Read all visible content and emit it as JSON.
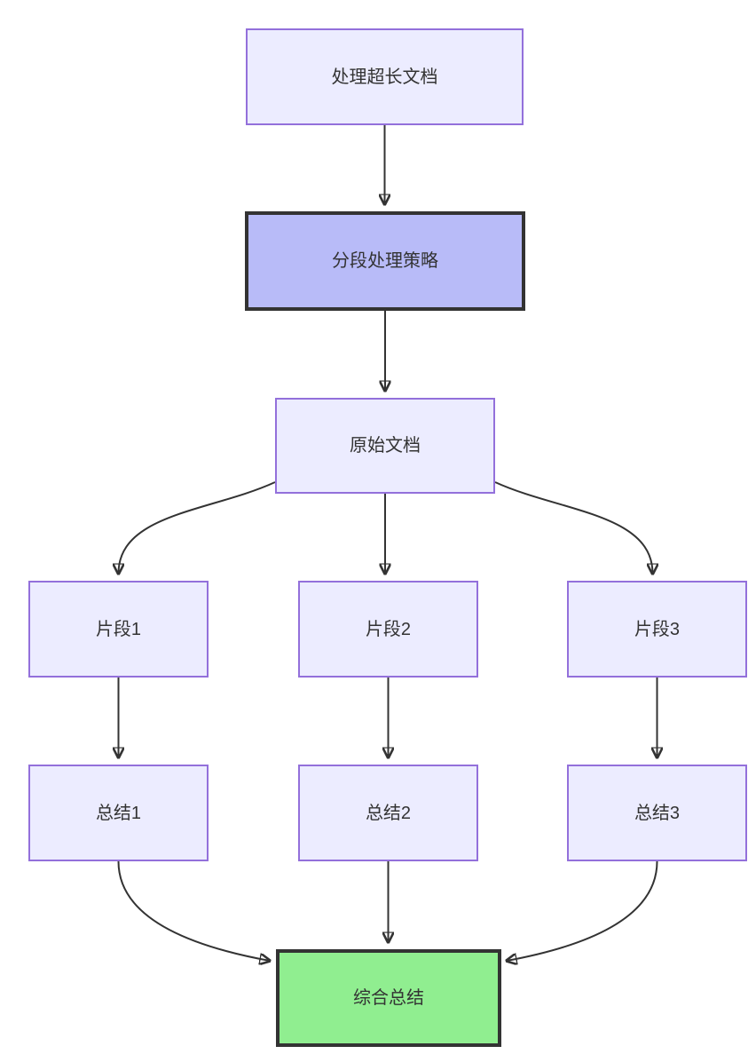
{
  "diagram": {
    "type": "flowchart",
    "direction": "top-down",
    "colors": {
      "background": "#FFFFFF",
      "default_node_fill": "#ECECFF",
      "default_node_border": "#9370DB",
      "highlight_node_fill": "#B8BBF8",
      "highlight_node_border": "#333333",
      "result_node_fill": "#90EE90",
      "result_node_border": "#333333",
      "edge_stroke": "#333333",
      "text": "#333333"
    },
    "nodes": [
      {
        "id": "task",
        "label": "处理超长文档",
        "style": "default"
      },
      {
        "id": "strategy",
        "label": "分段处理策略",
        "style": "highlight"
      },
      {
        "id": "source",
        "label": "原始文档",
        "style": "default"
      },
      {
        "id": "segment1",
        "label": "片段1",
        "style": "default"
      },
      {
        "id": "segment2",
        "label": "片段2",
        "style": "default"
      },
      {
        "id": "segment3",
        "label": "片段3",
        "style": "default"
      },
      {
        "id": "summary1",
        "label": "总结1",
        "style": "default"
      },
      {
        "id": "summary2",
        "label": "总结2",
        "style": "default"
      },
      {
        "id": "summary3",
        "label": "总结3",
        "style": "default"
      },
      {
        "id": "final",
        "label": "综合总结",
        "style": "result"
      }
    ],
    "edges": [
      {
        "from": "task",
        "to": "strategy"
      },
      {
        "from": "strategy",
        "to": "source"
      },
      {
        "from": "source",
        "to": "segment1"
      },
      {
        "from": "source",
        "to": "segment2"
      },
      {
        "from": "source",
        "to": "segment3"
      },
      {
        "from": "segment1",
        "to": "summary1"
      },
      {
        "from": "segment2",
        "to": "summary2"
      },
      {
        "from": "segment3",
        "to": "summary3"
      },
      {
        "from": "summary1",
        "to": "final"
      },
      {
        "from": "summary2",
        "to": "final"
      },
      {
        "from": "summary3",
        "to": "final"
      }
    ]
  }
}
